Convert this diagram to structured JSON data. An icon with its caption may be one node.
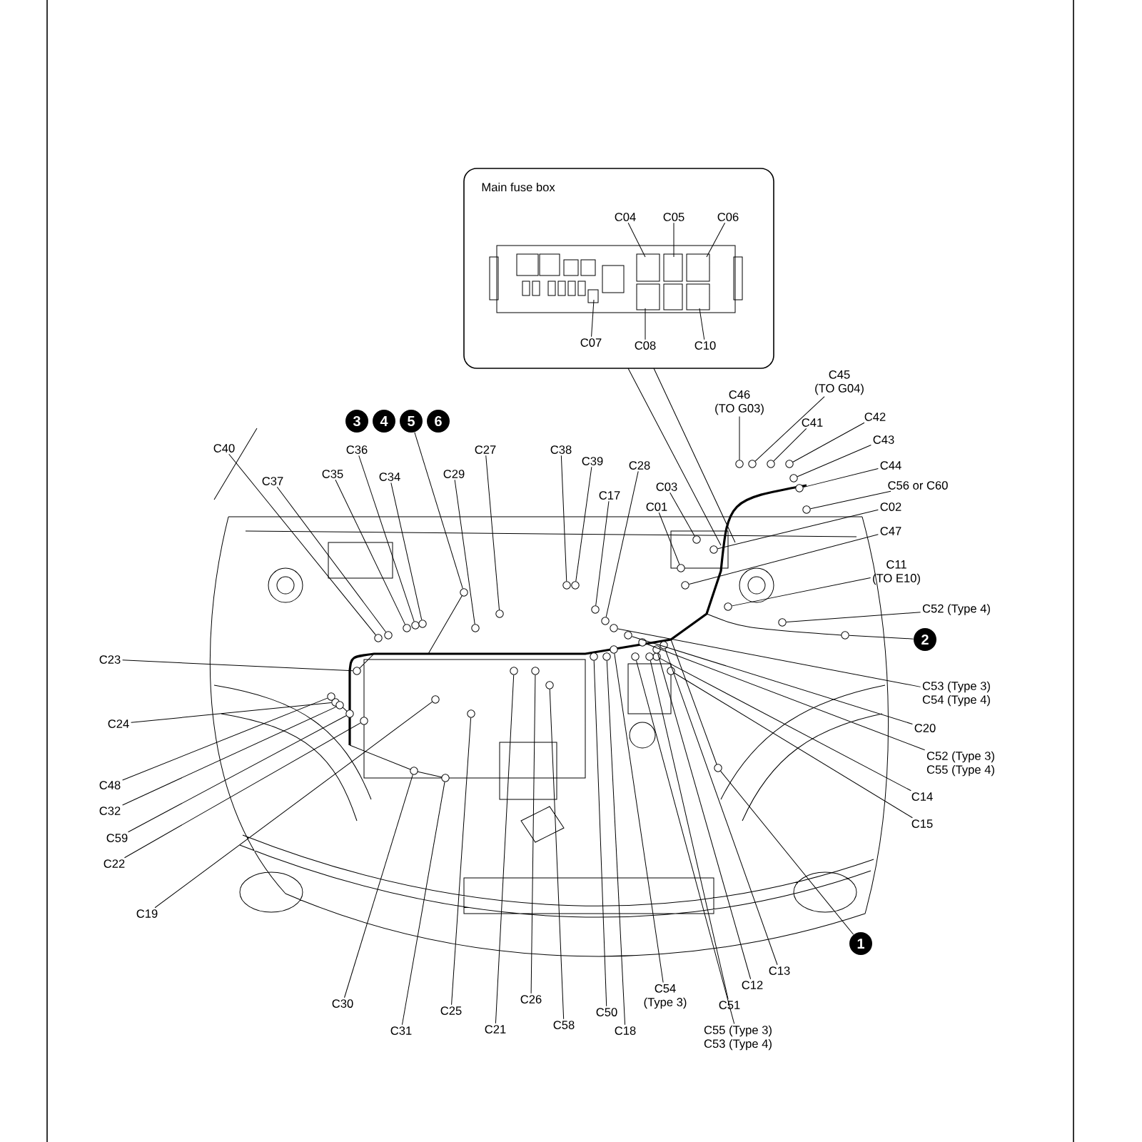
{
  "diagram": {
    "nodes": [
      {
        "text": [
          "Main fuse box"
        ]
      },
      {
        "text": [
          "C04"
        ],
        "in": 0
      },
      {
        "text": [
          "C05"
        ],
        "in": 0
      },
      {
        "text": [
          "C06"
        ],
        "in": 0
      },
      {
        "text": [
          "C07"
        ],
        "in": 0
      },
      {
        "text": [
          "C08"
        ],
        "in": 0
      },
      {
        "text": [
          "C10"
        ],
        "in": 0
      },
      {
        "text": [
          "C46",
          "(TO G03)"
        ]
      },
      {
        "text": [
          "C45",
          "(TO G04)"
        ]
      },
      {
        "text": [
          "3"
        ]
      },
      {
        "text": [
          "4"
        ]
      },
      {
        "text": [
          "5"
        ]
      },
      {
        "text": [
          "6"
        ]
      },
      {
        "text": [
          "C41"
        ]
      },
      {
        "text": [
          "C42"
        ]
      },
      {
        "text": [
          "C40"
        ]
      },
      {
        "text": [
          "C36"
        ]
      },
      {
        "text": [
          "C27"
        ]
      },
      {
        "text": [
          "C38"
        ]
      },
      {
        "text": [
          "C43"
        ]
      },
      {
        "text": [
          "C39"
        ]
      },
      {
        "text": [
          "C37"
        ]
      },
      {
        "text": [
          "C35"
        ]
      },
      {
        "text": [
          "C34"
        ]
      },
      {
        "text": [
          "C29"
        ]
      },
      {
        "text": [
          "C44"
        ]
      },
      {
        "text": [
          "C56 or C60"
        ]
      },
      {
        "text": [
          "C03"
        ]
      },
      {
        "text": [
          "C17"
        ]
      },
      {
        "text": [
          "C28"
        ]
      },
      {
        "text": [
          "C01"
        ]
      },
      {
        "text": [
          "C02"
        ]
      },
      {
        "text": [
          "C47"
        ]
      },
      {
        "text": [
          "C11",
          "(TO E10)"
        ]
      },
      {
        "text": [
          "C52 (Type 4)"
        ]
      },
      {
        "text": [
          "2"
        ]
      },
      {
        "text": [
          "C23"
        ]
      },
      {
        "text": [
          "C53 (Type 3)",
          "C54 (Type 4)"
        ]
      },
      {
        "text": [
          "C24"
        ]
      },
      {
        "text": [
          "C20"
        ]
      },
      {
        "text": [
          "C52 (Type 3)",
          "C55 (Type 4)"
        ]
      },
      {
        "text": [
          "C48"
        ]
      },
      {
        "text": [
          "C14"
        ]
      },
      {
        "text": [
          "C32"
        ]
      },
      {
        "text": [
          "C15"
        ]
      },
      {
        "text": [
          "C59"
        ]
      },
      {
        "text": [
          "C22"
        ]
      },
      {
        "text": [
          "C19"
        ]
      },
      {
        "text": [
          "1"
        ]
      },
      {
        "text": [
          "C13"
        ]
      },
      {
        "text": [
          "C12"
        ]
      },
      {
        "text": [
          "C54",
          "(Type 3)"
        ]
      },
      {
        "text": [
          "C26"
        ]
      },
      {
        "text": [
          "C30"
        ]
      },
      {
        "text": [
          "C51"
        ]
      },
      {
        "text": [
          "C25"
        ]
      },
      {
        "text": [
          "C50"
        ]
      },
      {
        "text": [
          "C31"
        ]
      },
      {
        "text": [
          "C21"
        ]
      },
      {
        "text": [
          "C58"
        ]
      },
      {
        "text": [
          "C18"
        ]
      },
      {
        "text": [
          "C55 (Type 3)",
          "C53 (Type 4)"
        ]
      },
      {
        "text": [],
        "shape": "circle"
      },
      {
        "text": [],
        "shape": "circle"
      },
      {
        "text": [],
        "shape": "circle"
      },
      {
        "text": [],
        "shape": "circle"
      },
      {
        "text": [],
        "shape": "circle"
      },
      {
        "text": [],
        "shape": "circle"
      },
      {
        "text": [],
        "shape": "circle"
      },
      {
        "text": [],
        "shape": "circle"
      },
      {
        "text": [],
        "shape": "circle"
      },
      {
        "text": [],
        "shape": "circle"
      },
      {
        "text": [],
        "shape": "circle"
      },
      {
        "text": [],
        "shape": "circle"
      },
      {
        "text": [],
        "shape": "circle"
      },
      {
        "text": [],
        "shape": "circle"
      },
      {
        "text": [],
        "shape": "circle"
      },
      {
        "text": [],
        "shape": "circle"
      },
      {
        "text": [],
        "shape": "circle"
      },
      {
        "text": [],
        "shape": "circle"
      },
      {
        "text": [],
        "shape": "circle"
      },
      {
        "text": [],
        "shape": "circle"
      },
      {
        "text": [],
        "shape": "circle"
      },
      {
        "text": [],
        "shape": "circle"
      },
      {
        "text": [],
        "shape": "circle"
      },
      {
        "text": [],
        "shape": "circle"
      },
      {
        "text": [],
        "shape": "circle"
      },
      {
        "text": [],
        "shape": "circle"
      },
      {
        "text": [],
        "shape": "circle"
      },
      {
        "text": [],
        "shape": "circle"
      },
      {
        "text": [],
        "shape": "circle"
      },
      {
        "text": [],
        "shape": "circle"
      },
      {
        "text": [],
        "shape": "circle"
      },
      {
        "text": [],
        "shape": "circle"
      },
      {
        "text": [],
        "shape": "circle"
      },
      {
        "text": [],
        "shape": "circle"
      },
      {
        "text": [],
        "shape": "circle"
      },
      {
        "text": [],
        "shape": "circle"
      },
      {
        "text": [],
        "shape": "circle"
      },
      {
        "text": [],
        "shape": "circle"
      },
      {
        "text": [],
        "shape": "circle"
      },
      {
        "text": [],
        "shape": "circle"
      },
      {
        "text": [],
        "shape": "circle"
      },
      {
        "text": [],
        "shape": "circle"
      },
      {
        "text": [],
        "shape": "circle"
      },
      {
        "text": [],
        "shape": "circle"
      },
      {
        "text": [],
        "shape": "circle"
      },
      {
        "text": [],
        "shape": "circle"
      },
      {
        "text": [],
        "shape": "circle"
      },
      {
        "text": [],
        "shape": "circle"
      },
      {
        "text": [],
        "shape": "circle"
      },
      {
        "text": [],
        "shape": "circle"
      },
      {
        "text": [],
        "shape": "circle"
      },
      {
        "text": [],
        "shape": "circle"
      }
    ],
    "edges": [
      {
        "from": 1,
        "to": null,
        "arrow": "none"
      },
      {
        "from": 2,
        "to": null,
        "arrow": "none"
      },
      {
        "from": 3,
        "to": null,
        "arrow": "none"
      },
      {
        "from": 4,
        "to": null,
        "arrow": "none"
      },
      {
        "from": 5,
        "to": null,
        "arrow": "none"
      },
      {
        "from": 6,
        "to": null,
        "arrow": "none"
      },
      {
        "from": 7,
        "to": 62,
        "arrow": "none"
      },
      {
        "from": 8,
        "to": 63,
        "arrow": "none"
      },
      {
        "from": 11,
        "to": 64,
        "arrow": "none"
      },
      {
        "from": 13,
        "to": 65,
        "arrow": "none"
      },
      {
        "from": 14,
        "to": 66,
        "arrow": "none"
      },
      {
        "from": 15,
        "to": 67,
        "arrow": "none"
      },
      {
        "from": 16,
        "to": 68,
        "arrow": "none"
      },
      {
        "from": 17,
        "to": 69,
        "arrow": "none"
      },
      {
        "from": 18,
        "to": 70,
        "arrow": "none"
      },
      {
        "from": 19,
        "to": 71,
        "arrow": "none"
      },
      {
        "from": 20,
        "to": 72,
        "arrow": "none"
      },
      {
        "from": 21,
        "to": 73,
        "arrow": "none"
      },
      {
        "from": 22,
        "to": 74,
        "arrow": "none"
      },
      {
        "from": 23,
        "to": 75,
        "arrow": "none"
      },
      {
        "from": 24,
        "to": 76,
        "arrow": "none"
      },
      {
        "from": 25,
        "to": 77,
        "arrow": "none"
      },
      {
        "from": 26,
        "to": 78,
        "arrow": "none"
      },
      {
        "from": 27,
        "to": 79,
        "arrow": "none"
      },
      {
        "from": 28,
        "to": 80,
        "arrow": "none"
      },
      {
        "from": 29,
        "to": 81,
        "arrow": "none"
      },
      {
        "from": 30,
        "to": 82,
        "arrow": "none"
      },
      {
        "from": 31,
        "to": 83,
        "arrow": "none"
      },
      {
        "from": 32,
        "to": 84,
        "arrow": "none"
      },
      {
        "from": 33,
        "to": 85,
        "arrow": "none"
      },
      {
        "from": 34,
        "to": 86,
        "arrow": "none"
      },
      {
        "from": 35,
        "to": 87,
        "arrow": "none"
      },
      {
        "from": 36,
        "to": 88,
        "arrow": "none"
      },
      {
        "from": 37,
        "to": 89,
        "arrow": "none"
      },
      {
        "from": 38,
        "to": 90,
        "arrow": "none"
      },
      {
        "from": 39,
        "to": 91,
        "arrow": "none"
      },
      {
        "from": 40,
        "to": 92,
        "arrow": "none"
      },
      {
        "from": 41,
        "to": 93,
        "arrow": "none"
      },
      {
        "from": 42,
        "to": 94,
        "arrow": "none"
      },
      {
        "from": 43,
        "to": 95,
        "arrow": "none"
      },
      {
        "from": 44,
        "to": 96,
        "arrow": "none"
      },
      {
        "from": 45,
        "to": 97,
        "arrow": "none"
      },
      {
        "from": 46,
        "to": 98,
        "arrow": "none"
      },
      {
        "from": 47,
        "to": 99,
        "arrow": "none"
      },
      {
        "from": 48,
        "to": 100,
        "arrow": "none"
      },
      {
        "from": 49,
        "to": 101,
        "arrow": "none"
      },
      {
        "from": 50,
        "to": 102,
        "arrow": "none"
      },
      {
        "from": 51,
        "to": 103,
        "arrow": "none"
      },
      {
        "from": 52,
        "to": 104,
        "arrow": "none"
      },
      {
        "from": 53,
        "to": 105,
        "arrow": "none"
      },
      {
        "from": 54,
        "to": 106,
        "arrow": "none"
      },
      {
        "from": 55,
        "to": 107,
        "arrow": "none"
      },
      {
        "from": 56,
        "to": 108,
        "arrow": "none"
      },
      {
        "from": 57,
        "to": 109,
        "arrow": "none"
      },
      {
        "from": 58,
        "to": 110,
        "arrow": "none"
      },
      {
        "from": 59,
        "to": 111,
        "arrow": "none"
      },
      {
        "from": 60,
        "to": 112,
        "arrow": "none"
      },
      {
        "from": 61,
        "to": 113,
        "arrow": "none"
      }
    ]
  }
}
